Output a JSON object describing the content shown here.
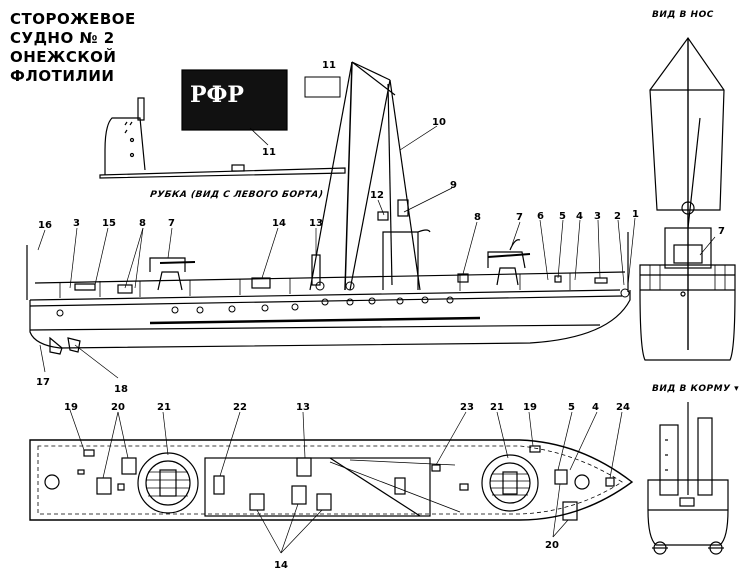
{
  "title": {
    "line1": "СТОРОЖЕВОЕ",
    "line2": "СУДНО № 2",
    "line3": "ОНЕЖСКОЙ",
    "line4": "ФЛОТИЛИИ"
  },
  "views": {
    "bow_view": "ВИД В НОС",
    "stern_view": "ВИД В КОРМУ",
    "wheelhouse": "РУБКА (ВИД С ЛЕВОГО БОРТА)"
  },
  "flag_text": "РФР",
  "callouts": {
    "n1": "1",
    "n2": "2",
    "n3": "3",
    "n4": "4",
    "n5": "5",
    "n6": "6",
    "n7": "7",
    "n8": "8",
    "n9": "9",
    "n10": "10",
    "n11": "11",
    "n12": "12",
    "n13": "13",
    "n14": "14",
    "n15": "15",
    "n16": "16",
    "n17": "17",
    "n18": "18",
    "n19": "19",
    "n20": "20",
    "n21": "21",
    "n22": "22",
    "n23": "23",
    "n24": "24"
  }
}
